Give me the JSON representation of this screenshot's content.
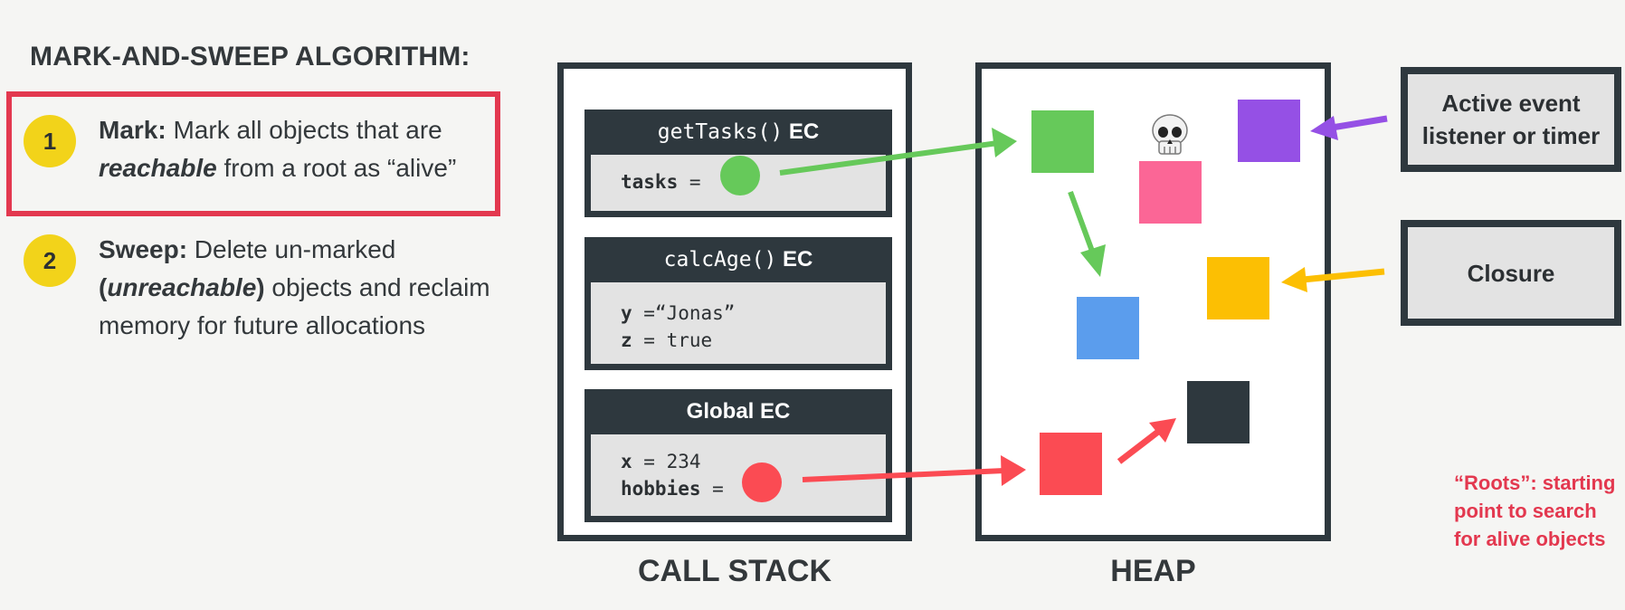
{
  "title": "MARK-AND-SWEEP ALGORITHM:",
  "steps": [
    {
      "number": "1",
      "label": "Mark:",
      "text_a": " Mark all objects that are ",
      "emph": "reachable",
      "text_b": " from a root as “alive”"
    },
    {
      "number": "2",
      "label": "Sweep:",
      "text_a": " Delete un-marked ",
      "emph_open": "(",
      "emph": "unreachable",
      "emph_close": ")",
      "text_b": " objects and reclaim memory for future allocations"
    }
  ],
  "call_stack": {
    "caption": "CALL STACK",
    "contexts": [
      {
        "title_code": "getTasks()",
        "title_suffix": " EC",
        "lines": [
          {
            "name": "tasks",
            "rest": " = "
          }
        ]
      },
      {
        "title_code": "calcAge()",
        "title_suffix": " EC",
        "lines": [
          {
            "name": "y",
            "rest": " =“Jonas”"
          },
          {
            "name": "z",
            "rest": " = true"
          }
        ]
      },
      {
        "title_code": "",
        "title_suffix": "Global EC",
        "lines": [
          {
            "name": "x",
            "rest": " = 234"
          },
          {
            "name": "hobbies",
            "rest": " = "
          }
        ]
      }
    ]
  },
  "heap": {
    "caption": "HEAP",
    "skull_icon": "skull-icon",
    "object_colors": {
      "green": "#66c95a",
      "pink": "#fb6696",
      "purple": "#9550e5",
      "blue": "#5b9ded",
      "yellow": "#fcbf03",
      "red": "#fb4b53",
      "dark": "#2e383e"
    }
  },
  "roots": {
    "event_listener": "Active event listener or timer",
    "closure": "Closure",
    "note": "“Roots”: starting point to search for alive objects"
  },
  "colors": {
    "dark": "#2e383e",
    "highlight_border": "#e3384f",
    "step_badge": "#f2d31a",
    "arrow_green": "#66c95a",
    "arrow_red": "#fb4b53",
    "arrow_purple": "#9550e5",
    "arrow_yellow": "#fcbf03"
  }
}
